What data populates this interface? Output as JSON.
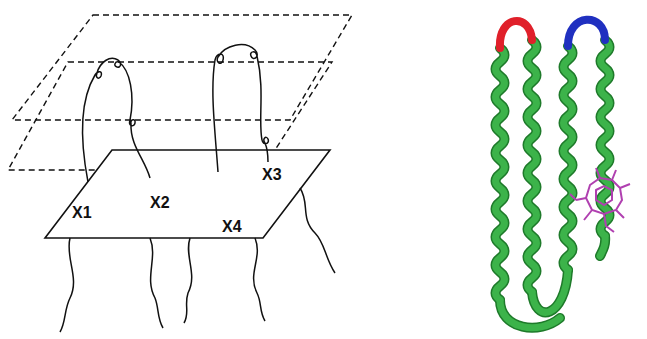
{
  "diagram": {
    "labels": [
      "X1",
      "X2",
      "X3",
      "X4"
    ]
  }
}
